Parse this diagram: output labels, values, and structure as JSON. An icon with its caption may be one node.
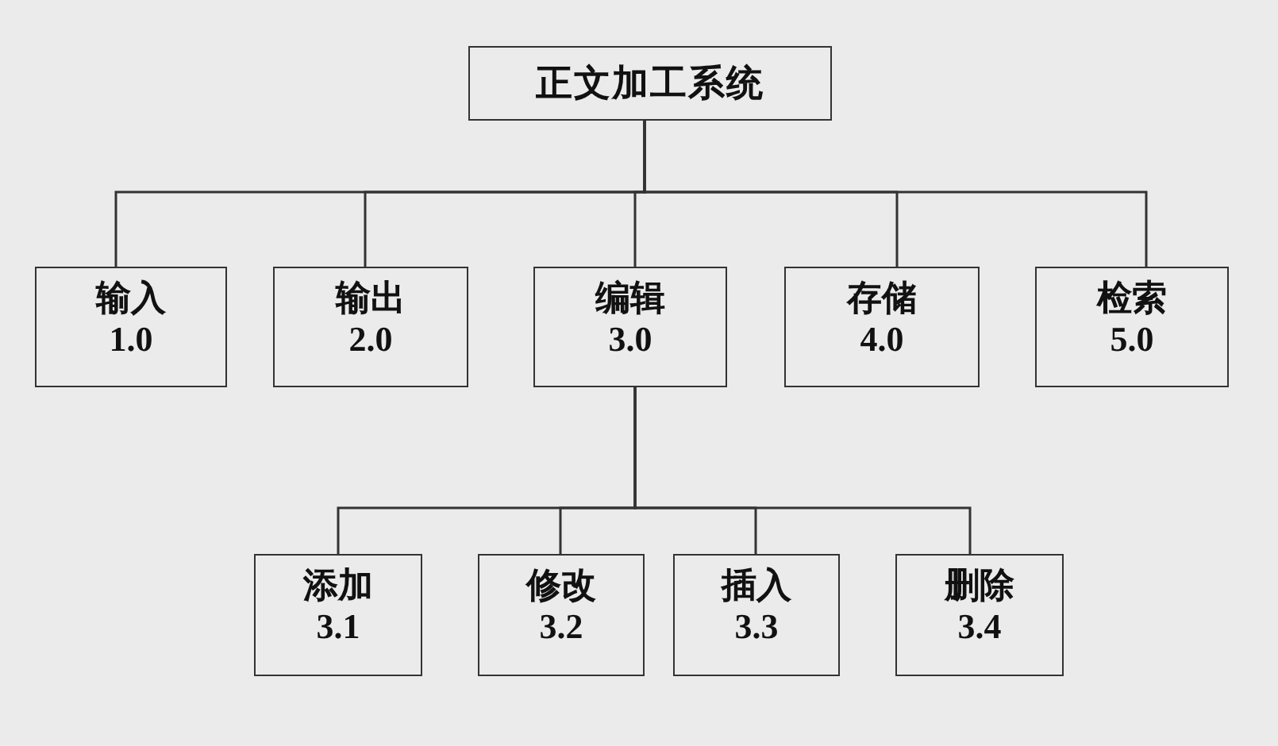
{
  "diagram": {
    "nodes": [
      {
        "text": [
          "正文加工系统"
        ]
      },
      {
        "text": [
          "输入",
          "1.0"
        ]
      },
      {
        "text": [
          "输出",
          "2.0"
        ]
      },
      {
        "text": [
          "编辑",
          "3.0"
        ]
      },
      {
        "text": [
          "存储",
          "4.0"
        ]
      },
      {
        "text": [
          "检索",
          "5.0"
        ]
      },
      {
        "text": [
          "添加",
          "3.1"
        ]
      },
      {
        "text": [
          "修改",
          "3.2"
        ]
      },
      {
        "text": [
          "插入",
          "3.3"
        ]
      },
      {
        "text": [
          "删除",
          "3.4"
        ]
      }
    ],
    "edges": [
      {
        "from": 0,
        "to": 1,
        "arrow": "none"
      },
      {
        "from": 0,
        "to": 2,
        "arrow": "none"
      },
      {
        "from": 0,
        "to": 3,
        "arrow": "none"
      },
      {
        "from": 0,
        "to": 4,
        "arrow": "none"
      },
      {
        "from": 0,
        "to": 5,
        "arrow": "none"
      },
      {
        "from": 3,
        "to": 6,
        "arrow": "none"
      },
      {
        "from": 3,
        "to": 7,
        "arrow": "none"
      },
      {
        "from": 3,
        "to": 8,
        "arrow": "none"
      },
      {
        "from": 3,
        "to": 9,
        "arrow": "none"
      }
    ]
  }
}
